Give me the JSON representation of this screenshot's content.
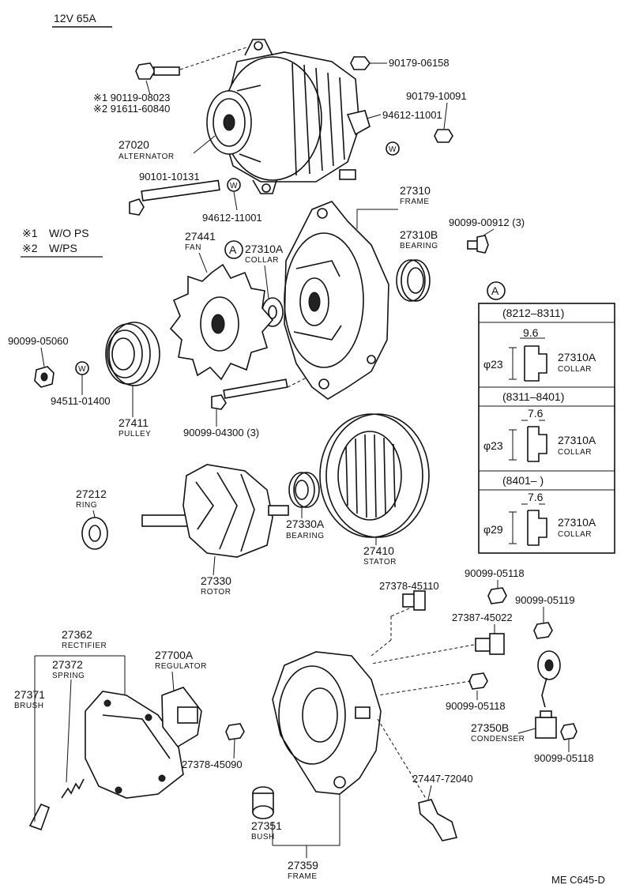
{
  "header": {
    "title": "12V  65A"
  },
  "legend": [
    {
      "mark": "※1",
      "text": "W/O  PS"
    },
    {
      "mark": "※2",
      "text": "W/PS"
    }
  ],
  "parts": {
    "p1": {
      "num": "※1 90119-08023"
    },
    "p2": {
      "num": "※2 91611-60840"
    },
    "alternator": {
      "num": "27020",
      "name": "ALTERNATOR"
    },
    "p90179_06158": {
      "num": "90179-06158"
    },
    "p90179_10091": {
      "num": "90179-10091"
    },
    "p94612_a": {
      "num": "94612-11001"
    },
    "p94612_b": {
      "num": "94612-11001"
    },
    "p90101": {
      "num": "90101-10131"
    },
    "frame_front": {
      "num": "27310",
      "name": "FRAME"
    },
    "p90099_00912": {
      "num": "90099-00912 (3)"
    },
    "bearing_front": {
      "num": "27310B",
      "name": "BEARING"
    },
    "fan": {
      "num": "27441",
      "name": "FAN"
    },
    "collar": {
      "num": "27310A",
      "name": "COLLAR"
    },
    "p90099_05060": {
      "num": "90099-05060"
    },
    "p94511": {
      "num": "94511-01400"
    },
    "pulley": {
      "num": "27411",
      "name": "PULLEY"
    },
    "p90099_04300": {
      "num": "90099-04300 (3)"
    },
    "ring": {
      "num": "27212",
      "name": "RING"
    },
    "bearing_rear": {
      "num": "27330A",
      "name": "BEARING"
    },
    "stator": {
      "num": "27410",
      "name": "STATOR"
    },
    "rotor": {
      "num": "27330",
      "name": "ROTOR"
    },
    "p27378_45110": {
      "num": "27378-45110"
    },
    "p90099_05118_a": {
      "num": "90099-05118"
    },
    "p90099_05119": {
      "num": "90099-05119"
    },
    "p27387": {
      "num": "27387-45022"
    },
    "rectifier": {
      "num": "27362",
      "name": "RECTIFIER"
    },
    "spring": {
      "num": "27372",
      "name": "SPRING"
    },
    "regulator": {
      "num": "27700A",
      "name": "REGULATOR"
    },
    "brush": {
      "num": "27371",
      "name": "BRUSH"
    },
    "p90099_05118_b": {
      "num": "90099-05118"
    },
    "condenser": {
      "num": "27350B",
      "name": "CONDENSER"
    },
    "p90099_05118_c": {
      "num": "90099-05118"
    },
    "p27378_45090": {
      "num": "27378-45090"
    },
    "p27447": {
      "num": "27447-72040"
    },
    "bush": {
      "num": "27351",
      "name": "BUSH"
    },
    "frame_rear": {
      "num": "27359",
      "name": "FRAME"
    }
  },
  "markers": {
    "a": "A"
  },
  "detail_table": {
    "header": "A",
    "rows": [
      {
        "range": "(8212–8311)",
        "width": "9.6",
        "dia": "φ23",
        "num": "27310A",
        "name": "COLLAR"
      },
      {
        "range": "(8311–8401)",
        "width": "7.6",
        "dia": "φ23",
        "num": "27310A",
        "name": "COLLAR"
      },
      {
        "range": "(8401–        )",
        "width": "7.6",
        "dia": "φ29",
        "num": "27310A",
        "name": "COLLAR"
      }
    ]
  },
  "footer": {
    "code": "ME  C645-D"
  }
}
